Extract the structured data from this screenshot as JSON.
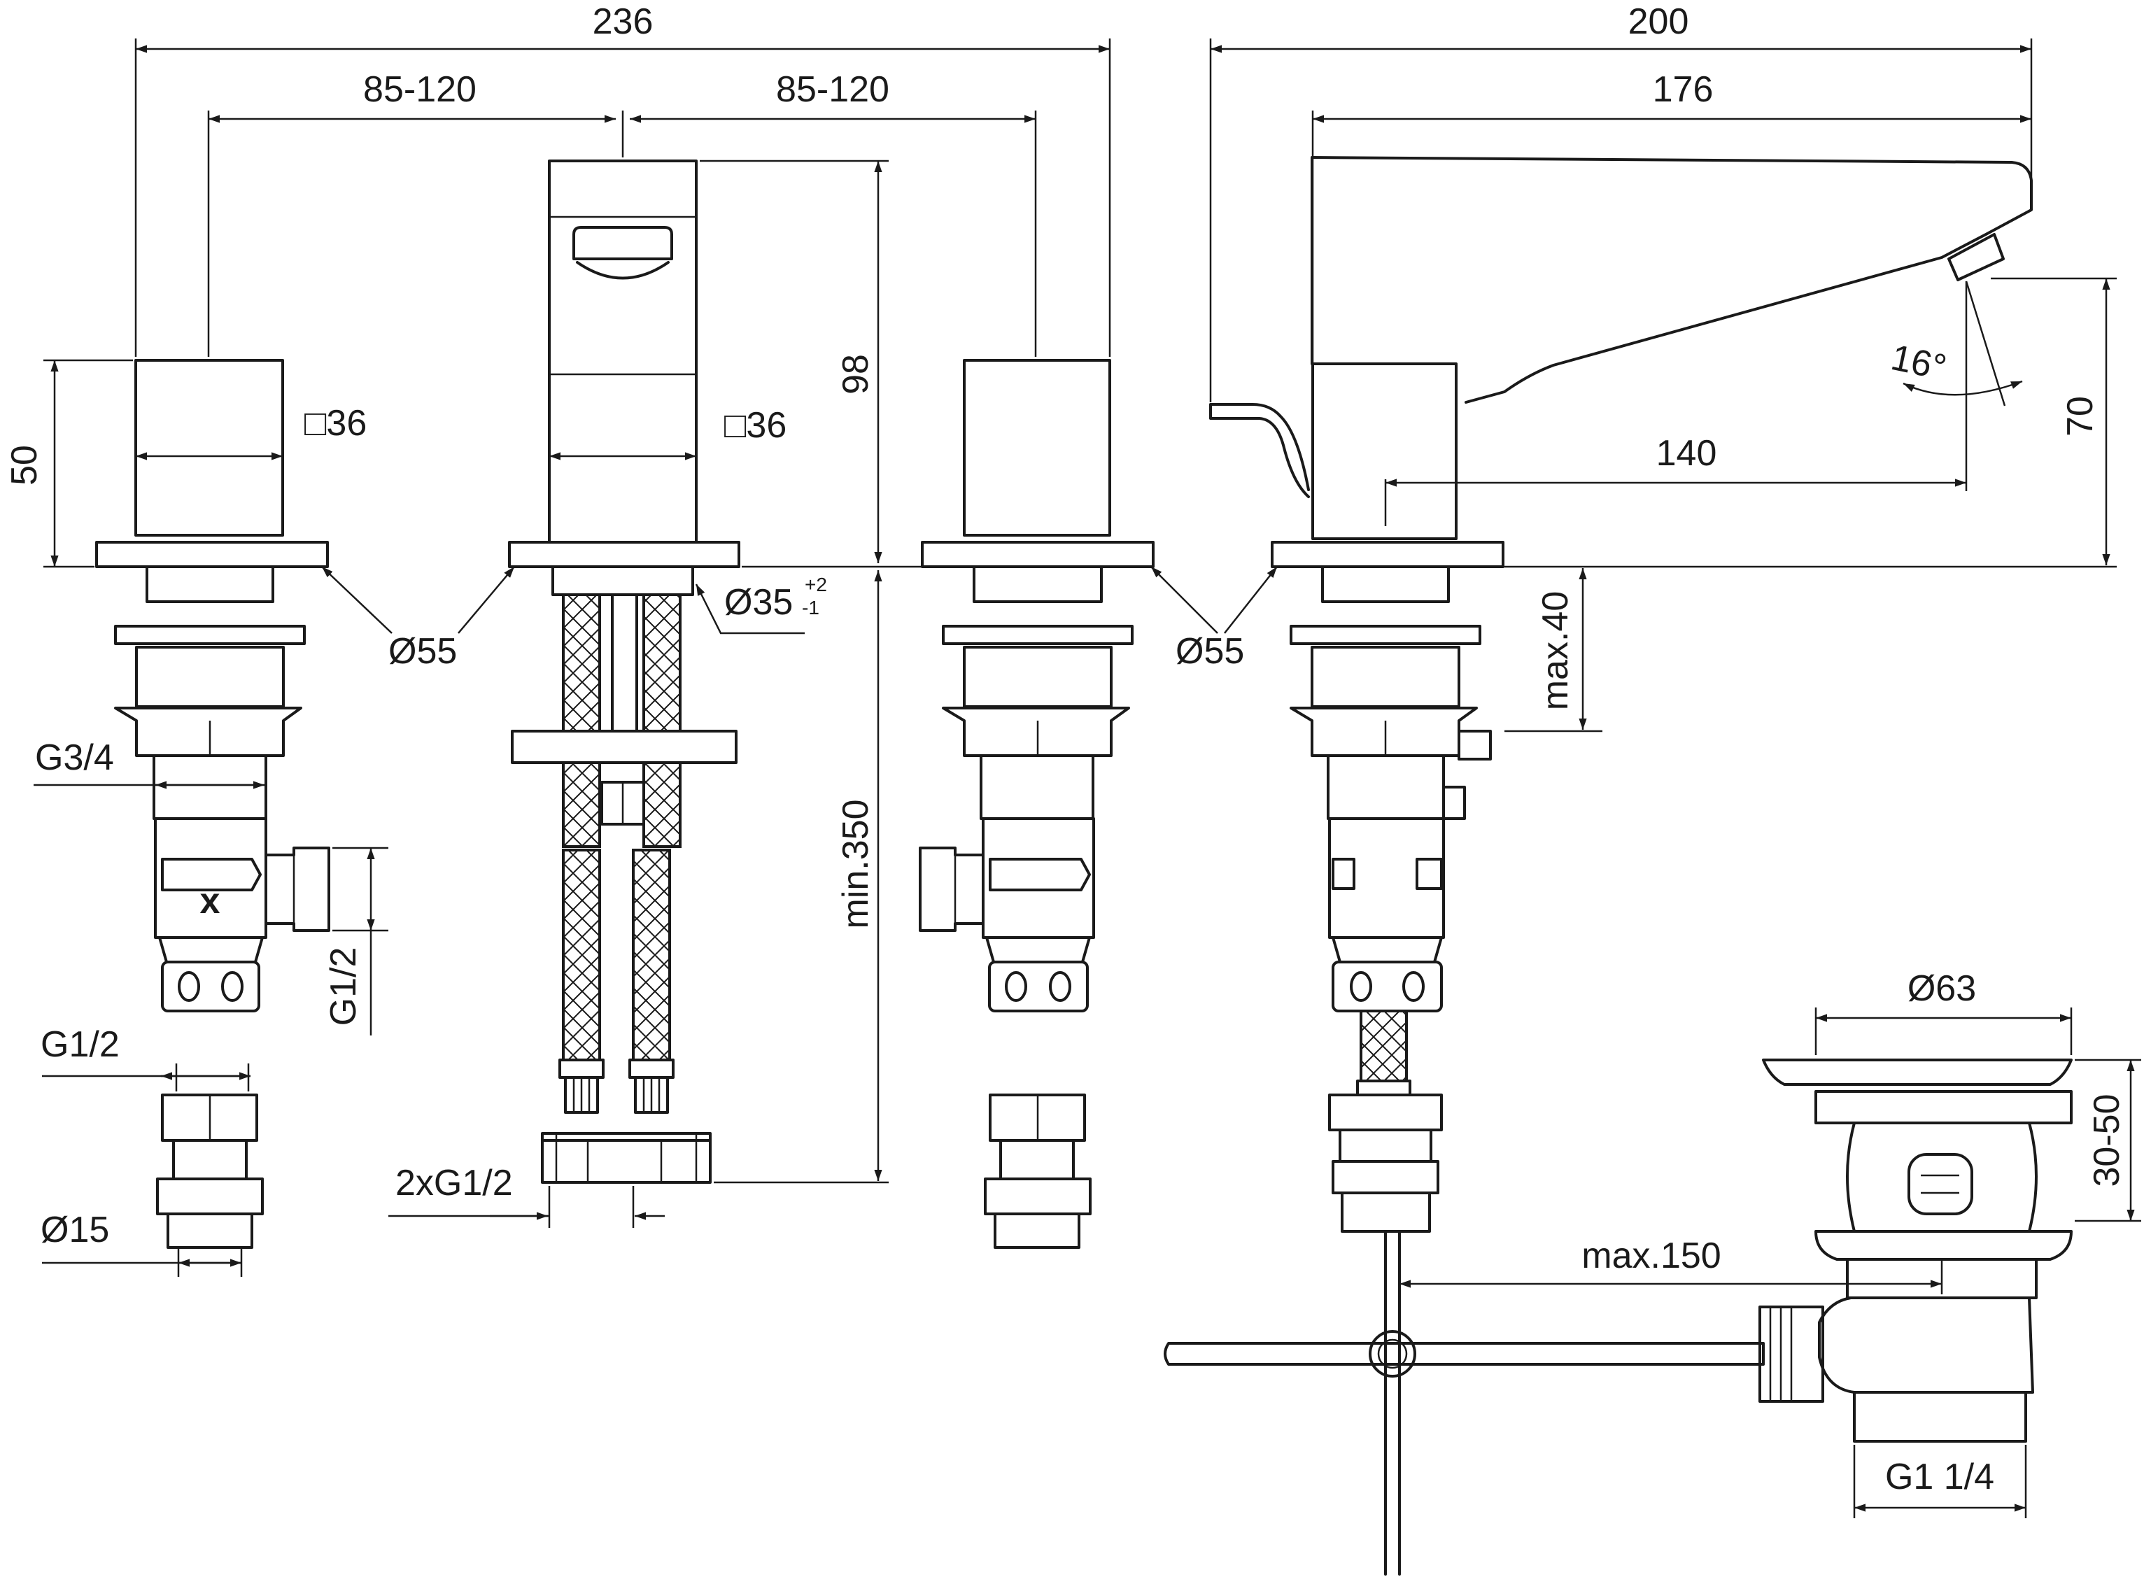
{
  "dimensions": {
    "total_width": "236",
    "spacing_left": "85-120",
    "spacing_right": "85-120",
    "spout_reach": "200",
    "spout_inner_reach": "176",
    "spout_depth": "140",
    "handle_height": "50",
    "body_height": "98",
    "spout_height": "70",
    "square_left": "□36",
    "square_mid": "□36",
    "rosette_left": "Ø55",
    "rosette_right": "Ø55",
    "hole_diameter": "Ø35",
    "hole_tol_plus": "+2",
    "hole_tol_minus": "-1",
    "thread_g34": "G3/4",
    "thread_g12_side": "G1/2",
    "thread_g12_fitting": "G1/2",
    "pipe_d15": "Ø15",
    "hose_connections": "2xG1/2",
    "hose_length": "min.350",
    "deck_thickness": "max.40",
    "angle": "16°",
    "waste_diameter": "Ø63",
    "waste_height": "30-50",
    "rod_reach": "max.150",
    "waste_thread": "G1 1/4"
  },
  "marks": {
    "cold_mark": "x"
  }
}
